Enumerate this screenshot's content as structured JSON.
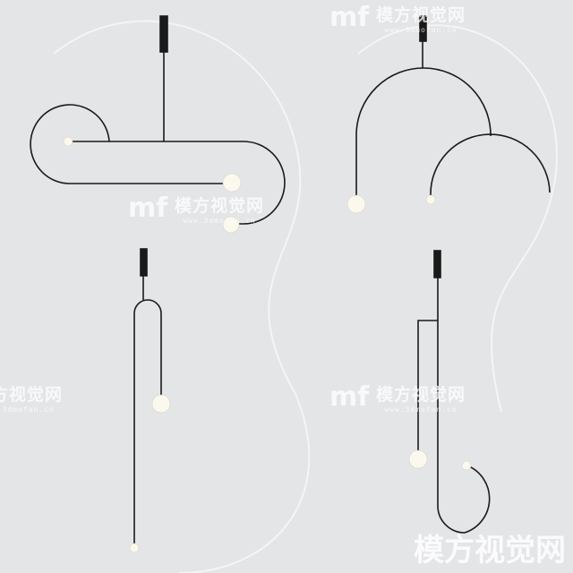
{
  "watermark": {
    "title": "模方视觉网",
    "url": "www.3dmofan.cn",
    "logo": "mf"
  },
  "colors": {
    "background": "#e4e5e7",
    "wire": "#1a1a1a",
    "globe": "#fbf9ee"
  }
}
